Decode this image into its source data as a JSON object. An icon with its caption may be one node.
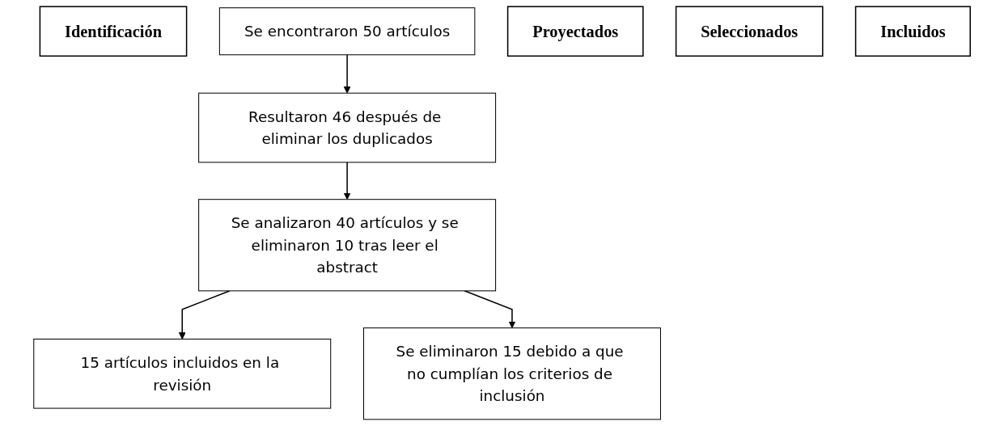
{
  "diagram": {
    "nodes": [
      {
        "text": [
          "Identificación"
        ]
      },
      {
        "text": [
          "Se encontraron 50 artículos"
        ]
      },
      {
        "text": [
          "Proyectados"
        ]
      },
      {
        "text": [
          "Resultaron 46 después de eliminar los duplicados"
        ]
      },
      {
        "text": [
          "Seleccionados"
        ]
      },
      {
        "text": [
          "Se analizaron 40 artículos y se eliminaron 10 tras leer el abstract"
        ]
      },
      {
        "text": [
          "Se eliminaron 15 debido a que no cumplían los criterios de inclusión"
        ]
      },
      {
        "text": [
          "Incluidos"
        ]
      },
      {
        "text": [
          "15 artículos incluidos en la revisión"
        ]
      }
    ],
    "edges": [
      {
        "from": 1,
        "to": 3,
        "arrow": "to"
      },
      {
        "from": 3,
        "to": 5,
        "arrow": "to"
      },
      {
        "from": 5,
        "to": 8,
        "arrow": "to"
      },
      {
        "from": 5,
        "to": 6,
        "arrow": "to"
      }
    ]
  }
}
